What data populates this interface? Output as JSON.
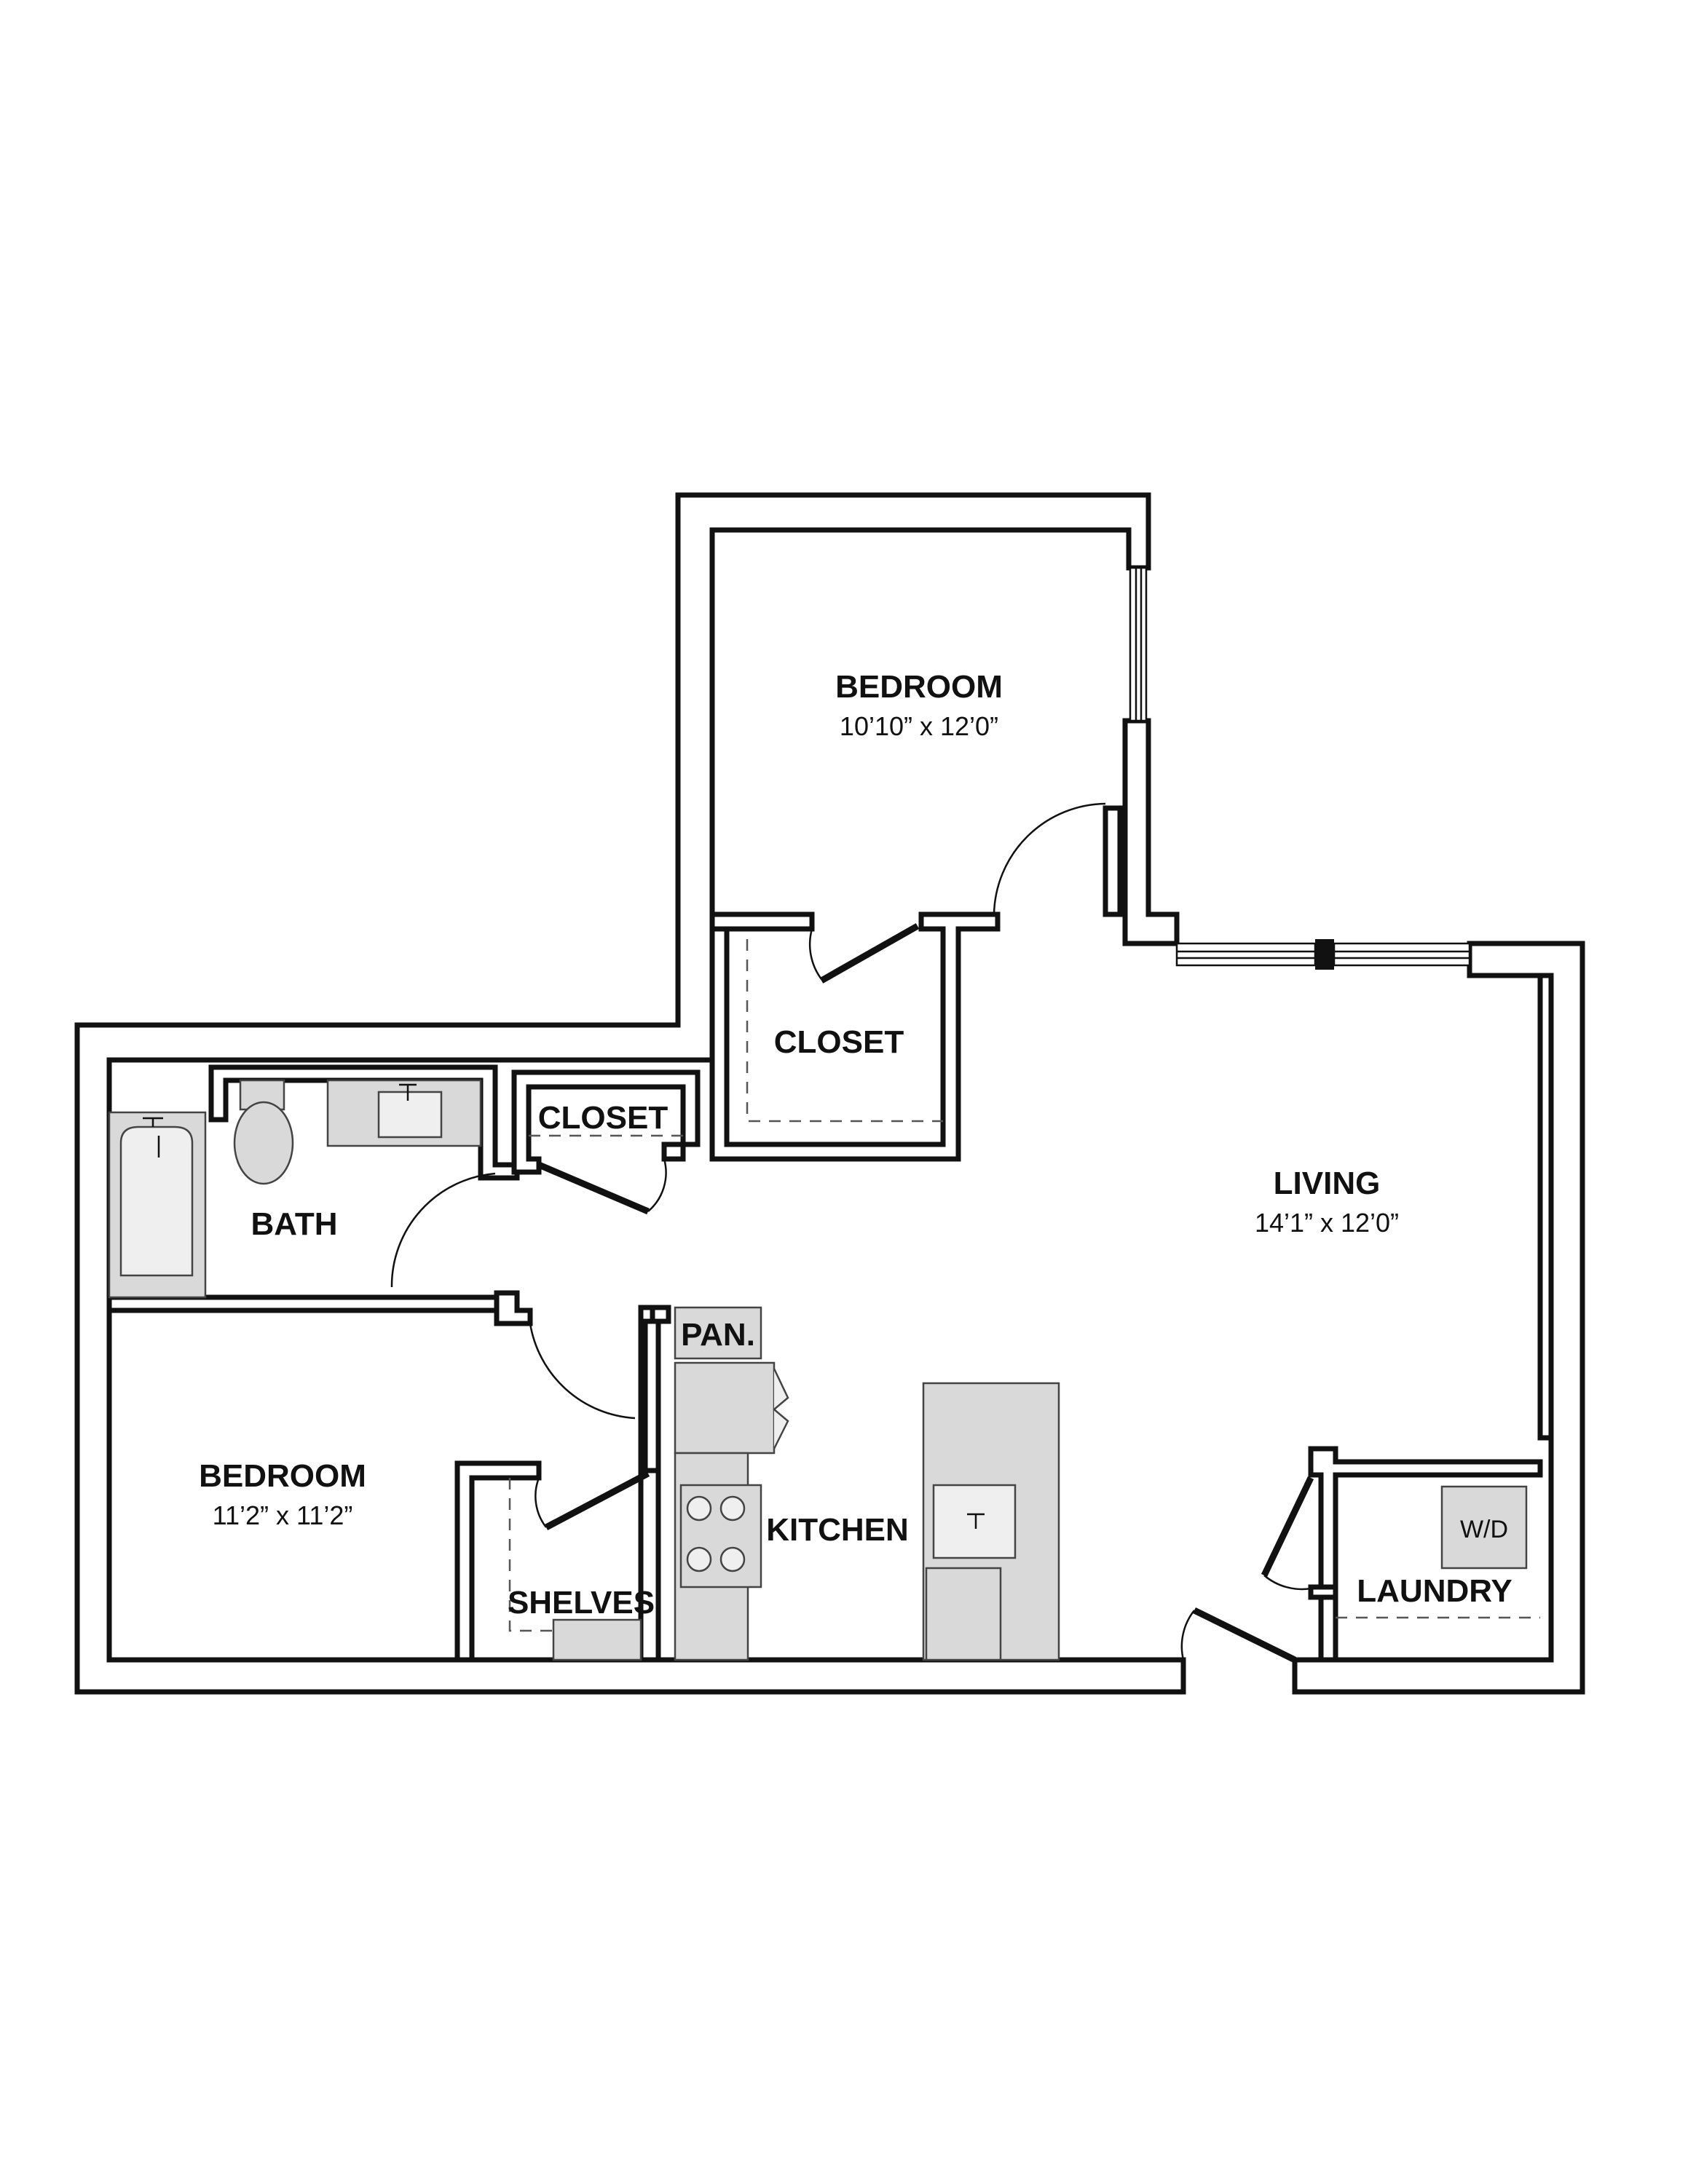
{
  "rooms": {
    "bedroom_top": {
      "name": "BEDROOM",
      "dims": "10’10” x 12’0”"
    },
    "closet_top": {
      "name": "CLOSET"
    },
    "closet_small": {
      "name": "CLOSET"
    },
    "bath": {
      "name": "BATH"
    },
    "living": {
      "name": "LIVING",
      "dims": "14’1” x 12’0”"
    },
    "bedroom_bottom": {
      "name": "BEDROOM",
      "dims": "11’2” x 11’2”"
    },
    "shelves": {
      "name": "SHELVES"
    },
    "pantry": {
      "name": "PAN."
    },
    "kitchen": {
      "name": "KITCHEN"
    },
    "laundry": {
      "name": "LAUNDRY"
    },
    "washer_dryer": {
      "name": "W/D"
    }
  }
}
